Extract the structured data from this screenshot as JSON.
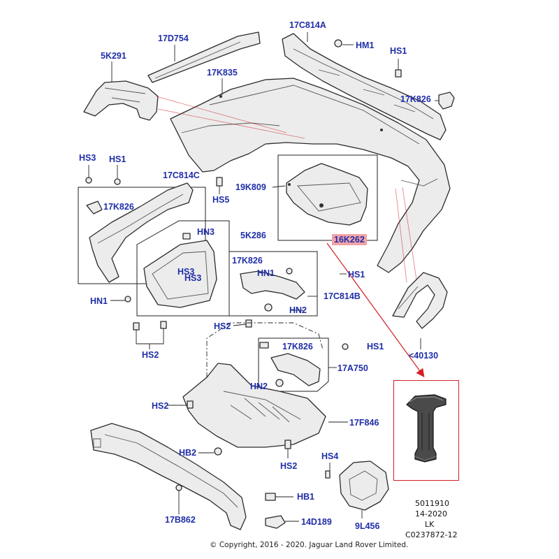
{
  "parts": {
    "p17D754": "17D754",
    "p17C814A": "17C814A",
    "pHM1": "HM1",
    "pHS1_top": "HS1",
    "p5K291": "5K291",
    "p17K835": "17K835",
    "p17K826_top": "17K826",
    "pHS3_left": "HS3",
    "pHS1_left": "HS1",
    "p17C814C": "17C814C",
    "p19K809": "19K809",
    "pHS5": "HS5",
    "p17K826_left": "17K826",
    "pHN3": "HN3",
    "p5K286": "5K286",
    "p16K262": "16K262",
    "p17K826_mid": "17K826",
    "pHN1_mid": "HN1",
    "pHS1_mid": "HS1",
    "pHS3_a": "HS3",
    "pHS3_b": "HS3",
    "p17C814B": "17C814B",
    "pHN1_left": "HN1",
    "pHN2_mid": "HN2",
    "pHS2_a": "HS2",
    "pHS2_b": "HS2",
    "p17K826_low": "17K826",
    "pHS1_low": "HS1",
    "p40130": "<40130",
    "p17A750": "17A750",
    "pHN2_low": "HN2",
    "pHS2_c": "HS2",
    "p17F846": "17F846",
    "pHB2": "HB2",
    "pHS2_d": "HS2",
    "pHS4": "HS4",
    "pHB1": "HB1",
    "p17B862": "17B862",
    "p14D189": "14D189",
    "p9L456": "9L456"
  },
  "meta": {
    "line1": "5011910",
    "line2": "14-2020",
    "line3": "LK",
    "line4": "C0237872-12"
  },
  "copyright": "© Copyright, 2016 - 2020. Jaguar Land Rover Limited.",
  "colors": {
    "label": "#1f2ea8",
    "highlight": "#f1a3a7",
    "callout": "#d31f26"
  }
}
